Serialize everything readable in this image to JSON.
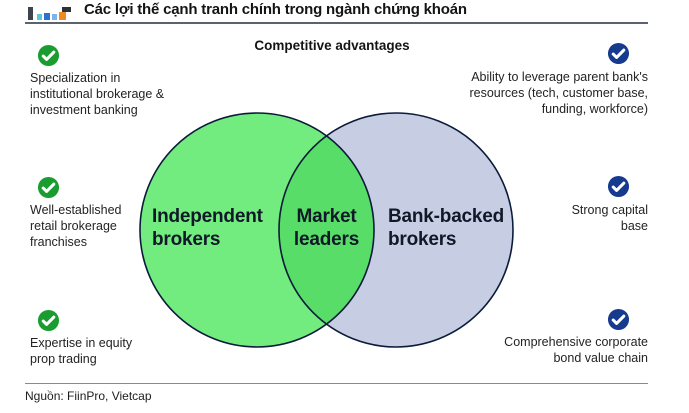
{
  "header": {
    "title": "Các lợi thế cạnh tranh chính trong ngành chứng khoán"
  },
  "diagram": {
    "heading": "Competitive advantages",
    "venn": {
      "left_label": "Independent brokers",
      "overlap_label": "Market leaders",
      "right_label": "Bank-backed brokers"
    },
    "left_items": [
      "Specialization in institutional brokerage & investment banking",
      "Well-established retail brokerage franchises",
      "Expertise in equity prop trading"
    ],
    "right_items": [
      "Ability to leverage parent bank's resources (tech, customer base, funding, workforce)",
      "Strong capital base",
      "Comprehensive corporate bond value chain"
    ]
  },
  "icons": {
    "logo": "vietcap-bar-chart-logo-icon",
    "left_check": "green-check-circle-icon",
    "right_check": "blue-check-circle-icon"
  },
  "colors": {
    "left_circle_fill": "#72ec7f",
    "overlap_fill": "#58dd69",
    "right_circle_fill": "#c7cee4",
    "circle_stroke": "#0c1b3a",
    "green_check": "#1a9c30",
    "blue_check": "#153a8e"
  },
  "footer": {
    "source": "Nguồn: FiinPro, Vietcap"
  }
}
